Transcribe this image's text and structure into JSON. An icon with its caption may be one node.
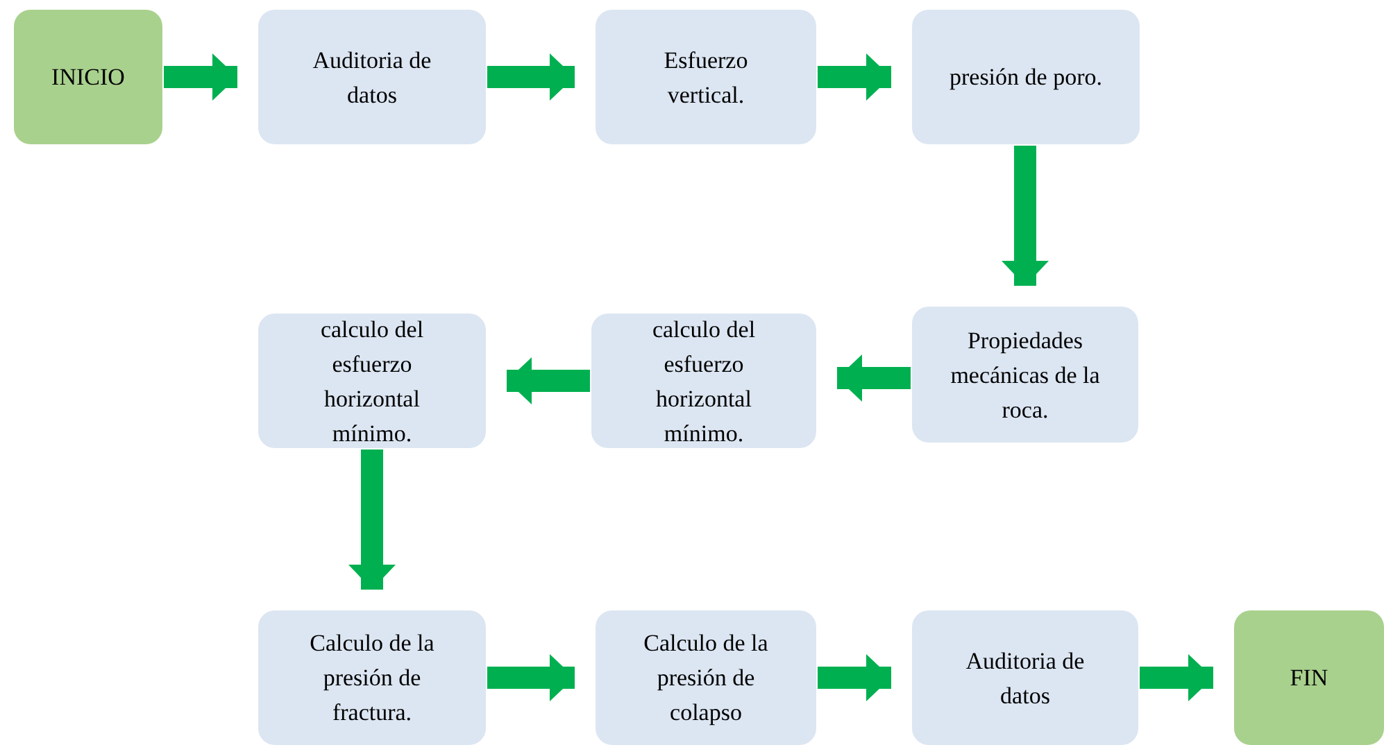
{
  "diagram": {
    "nodes": [
      {
        "text": [
          "INICIO"
        ]
      },
      {
        "text": [
          "Auditoria de datos"
        ]
      },
      {
        "text": [
          "Esfuerzo vertical."
        ]
      },
      {
        "text": [
          "presión de poro."
        ]
      },
      {
        "text": [
          "Propiedades mecánicas de la roca."
        ]
      },
      {
        "text": [
          "calculo del esfuerzo horizontal mínimo."
        ]
      },
      {
        "text": [
          "calculo del esfuerzo horizontal mínimo."
        ]
      },
      {
        "text": [
          "Calculo de la presión de fractura."
        ]
      },
      {
        "text": [
          "Calculo de la presión de colapso"
        ]
      },
      {
        "text": [
          "Auditoria de datos"
        ]
      },
      {
        "text": [
          "FIN"
        ]
      }
    ],
    "edges": [
      {
        "from": 0,
        "to": 1,
        "arrow": "to"
      },
      {
        "from": 1,
        "to": 2,
        "arrow": "to"
      },
      {
        "from": 2,
        "to": 3,
        "arrow": "to"
      },
      {
        "from": 3,
        "to": 4,
        "arrow": "to"
      },
      {
        "from": 4,
        "to": 5,
        "arrow": "to"
      },
      {
        "from": 5,
        "to": 6,
        "arrow": "to"
      },
      {
        "from": 6,
        "to": 7,
        "arrow": "to"
      },
      {
        "from": 7,
        "to": 8,
        "arrow": "to"
      },
      {
        "from": 8,
        "to": 9,
        "arrow": "to"
      },
      {
        "from": 9,
        "to": 10,
        "arrow": "to"
      }
    ]
  }
}
